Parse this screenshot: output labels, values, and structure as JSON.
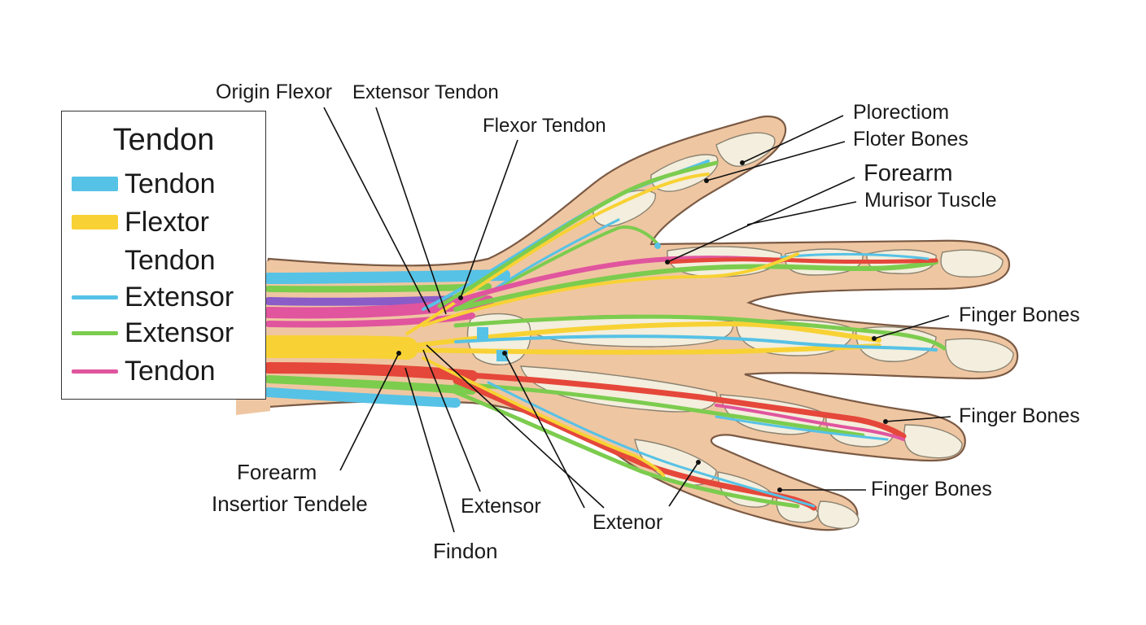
{
  "legend": {
    "title": "Tendon",
    "items": [
      {
        "label": "Tendon",
        "color": "#56c2e6",
        "swatch": "thick"
      },
      {
        "label": "Flextor",
        "color": "#f8d234",
        "swatch": "thick"
      },
      {
        "label": "Tendon",
        "color": "",
        "swatch": "none"
      },
      {
        "label": "Extensor",
        "color": "#56c2e6",
        "swatch": "thin"
      },
      {
        "label": "Extensor",
        "color": "#7ccc4e",
        "swatch": "thin"
      },
      {
        "label": "Tendon",
        "color": "#e0559e",
        "swatch": "thin"
      }
    ]
  },
  "labels": {
    "origin_flexor": "Origin Flexor",
    "extensor_tendon": "Extensor Tendon",
    "flexor_tendon": "Flexor Tendon",
    "plorectiom": "Plorectiom",
    "floter_bones": "Floter Bones",
    "forearm_top": "Forearm",
    "murisor_tuscle": "Murisor Tuscle",
    "finger_bones_1": "Finger Bones",
    "finger_bones_2": "Finger Bones",
    "finger_bones_3": "Finger Bones",
    "forearm_bottom": "Forearm",
    "insertior_tendele": "Insertior Tendele",
    "extensor_bottom": "Extensor",
    "extenor": "Extenor",
    "findon": "Findon"
  },
  "colors": {
    "blue": "#56c2e6",
    "yellow": "#f8d234",
    "green": "#7ccc4e",
    "red": "#e5473a",
    "magenta": "#e0559e",
    "purple": "#8a5cc8",
    "skin": "#efc6a2",
    "bone": "#f3eedd"
  }
}
